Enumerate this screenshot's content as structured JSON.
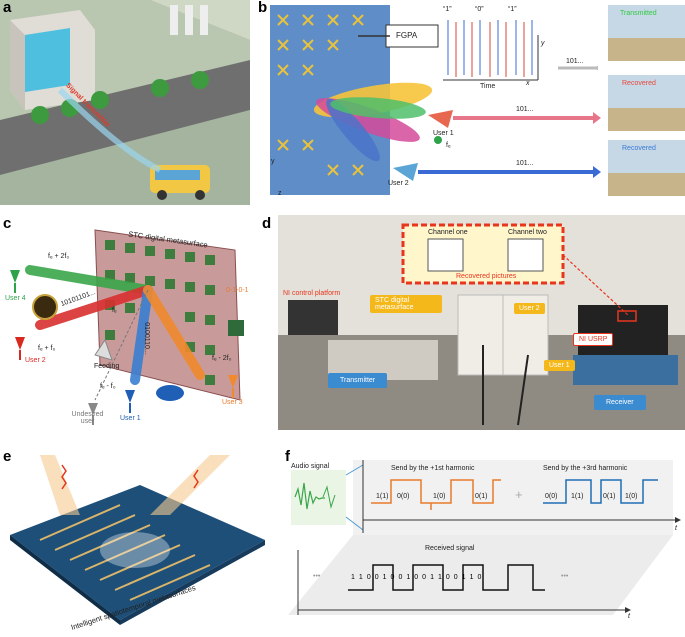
{
  "panels": {
    "a": {
      "label": "a",
      "text": "Signal transmitter"
    },
    "b": {
      "label": "b",
      "fpga": "FGPA",
      "bits": [
        "“1”",
        "“0”",
        "“1”"
      ],
      "time": "Time",
      "x": "x",
      "y": "y",
      "z": "z",
      "yaxis": "y",
      "stream": "101...",
      "user1": "User 1",
      "user2": "User 2",
      "fc": "fₑ",
      "photos": [
        "Transmitted",
        "Recovered",
        "Recovered"
      ],
      "photo_colors": [
        "#2ecc40",
        "#e8483a",
        "#3a7bd5"
      ]
    },
    "c": {
      "label": "c",
      "title": "STC digital metasurface",
      "f1": "fₑ + 2f₀",
      "f2": "fₑ + f₀",
      "f3": "fₑ",
      "f4": "fₑ - f₀",
      "f5": "fₑ - 2f₀",
      "code1": "10101101...",
      "code2": "0100110...",
      "code3": "0-1-0-1",
      "feeding": "Feeding",
      "user4": "User 4",
      "user2": "User 2",
      "user1": "User 1",
      "user3": "User 3",
      "undesired": "Undesired user"
    },
    "d": {
      "label": "d",
      "ch1": "Channel one",
      "ch2": "Channel two",
      "recovered": "Recovered pictures",
      "ni_control": "NI control platform",
      "stc": "STC digital metasurface",
      "user2": "User 2",
      "user1": "User 1",
      "ni_usrp": "NI USRP",
      "transmitter": "Transmitter",
      "receiver": "Receiver"
    },
    "e": {
      "label": "e",
      "caption": "Intelligent spatiotemporal metasurfaces"
    },
    "f": {
      "label": "f",
      "audio": "Audio signal",
      "h1": "Send by the +1st harmonic",
      "h3": "Send by the +3rd harmonic",
      "h1_bits": [
        "1(1)",
        "0(0)",
        "1(0)",
        "0(1)"
      ],
      "h3_bits": [
        "0(0)",
        "1(1)",
        "0(1)",
        "1(0)"
      ],
      "plus": "+",
      "received": "Received signal",
      "received_bits": [
        "1",
        "1",
        "0",
        "0",
        "1",
        "0",
        "0",
        "1",
        "0",
        "0",
        "1",
        "1",
        "0",
        "0",
        "1",
        "1",
        "0"
      ],
      "dots": "•••",
      "t": "t"
    }
  },
  "colors": {
    "orange": "#e87b2b",
    "blue": "#1f6fb5",
    "green": "#2ea34a",
    "red": "#d9281e",
    "yellow_tag": "#f4b81b",
    "blue_tag": "#3b8bd1"
  }
}
